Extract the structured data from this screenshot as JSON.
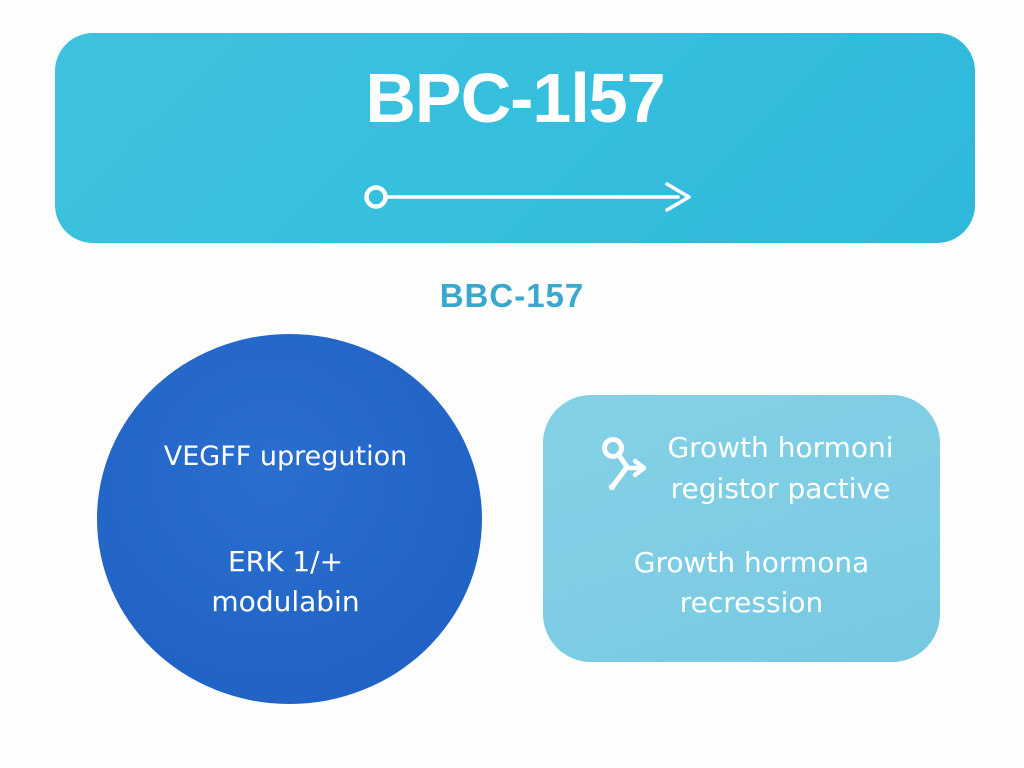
{
  "page": {
    "background_color": "#fdfdfd"
  },
  "banner": {
    "title": "BPC-1l57",
    "bg_color": "#35bedd",
    "text_color": "#ffffff",
    "arrow_icon": "timeline-arrow"
  },
  "subtitle": {
    "text": "BBC-157",
    "color": "#3aa7cd"
  },
  "circle_card": {
    "bg_color": "#2366c8",
    "text_color": "#ffffff",
    "line1": "VEGFF upregution",
    "line2": "ERK 1/+",
    "line3": "modulabin"
  },
  "info_card": {
    "bg_color": "#7ecde4",
    "text_color": "#ffffff",
    "icon": "pathway-branch",
    "line1": "Growth hormoni",
    "line2": "registor pactive",
    "line3": "Growth hormona",
    "line4": "recression"
  }
}
